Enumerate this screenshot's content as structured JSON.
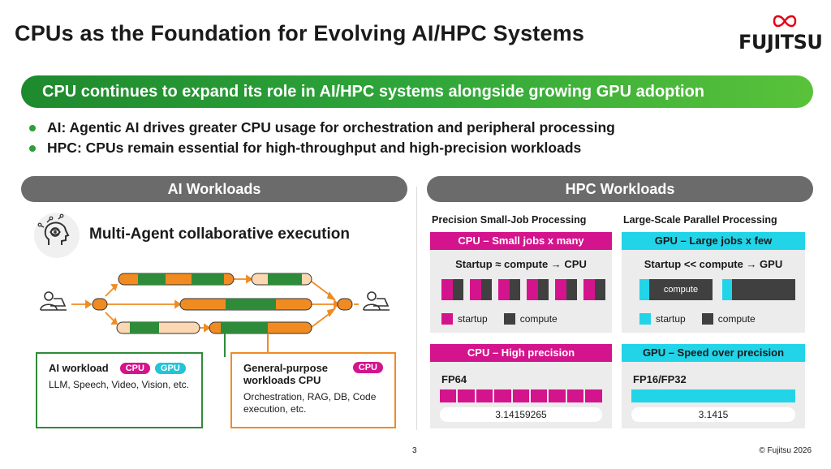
{
  "title": "CPUs as the Foundation for Evolving AI/HPC Systems",
  "logo": "FUJITSU",
  "banner": "CPU continues to expand its role in AI/HPC systems alongside growing GPU adoption",
  "bullets": [
    "AI: Agentic AI drives greater CPU usage for orchestration and peripheral processing",
    "HPC: CPUs remain essential for high-throughput and high-precision workloads"
  ],
  "ai": {
    "header": "AI Workloads",
    "subtitle": "Multi-Agent collaborative execution",
    "ai_box": {
      "title": "AI workload",
      "tag_cpu": "CPU",
      "tag_gpu": "GPU",
      "body": "LLM, Speech, Video, Vision, etc."
    },
    "gp_box": {
      "title": "General-purpose workloads CPU",
      "tag_cpu": "CPU",
      "body": "Orchestration, RAG, DB, Code execution, etc."
    }
  },
  "hpc": {
    "header": "HPC Workloads",
    "left_label": "Precision Small-Job Processing",
    "right_label": "Large-Scale Parallel Processing",
    "cpu_small": {
      "head": "CPU – Small jobs x many",
      "formula": "Startup ≈  compute → CPU",
      "legend_startup": "startup",
      "legend_compute": "compute"
    },
    "gpu_large": {
      "head": "GPU – Large jobs x few",
      "formula": "Startup << compute → GPU",
      "inner_label": "compute",
      "legend_startup": "startup",
      "legend_compute": "compute"
    },
    "cpu_precision": {
      "head": "CPU – High precision",
      "fp": "FP64",
      "value": "3.14159265"
    },
    "gpu_speed": {
      "head": "GPU – Speed over precision",
      "fp": "FP16/FP32",
      "value": "3.1415"
    }
  },
  "colors": {
    "green": "#2e9d3a",
    "magenta": "#d4148c",
    "cyan": "#22d4e8",
    "orange": "#f08b22",
    "dark": "#404040"
  },
  "footer": {
    "page": "3",
    "copyright": "© Fujitsu 2026"
  }
}
